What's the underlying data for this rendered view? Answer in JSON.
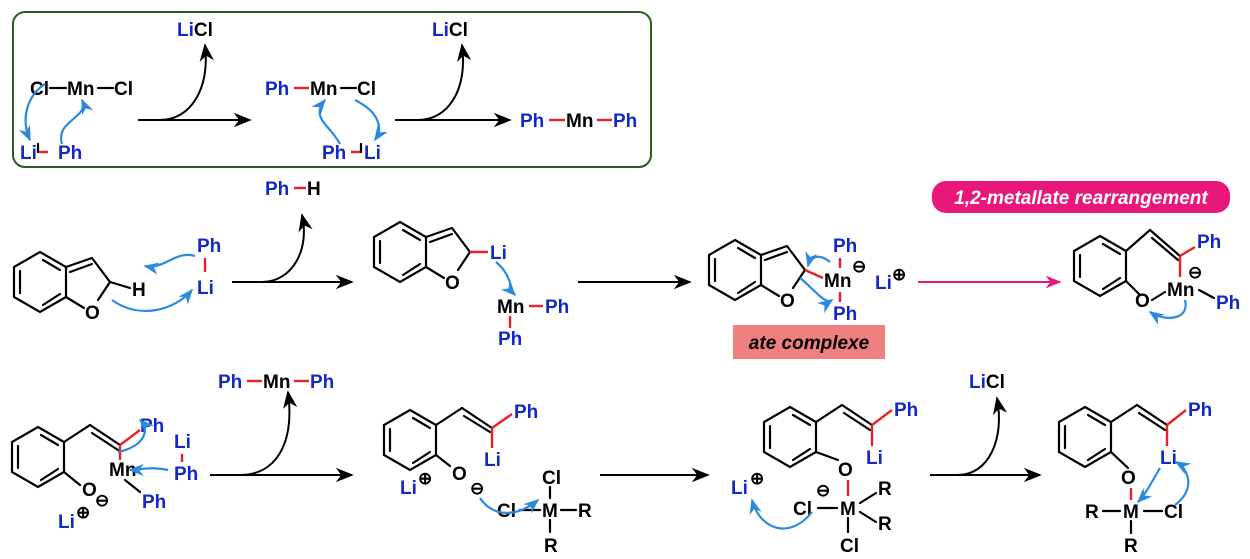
{
  "colors": {
    "text": "#000000",
    "group": "#1428c8",
    "bond_highlight": "#e8202a",
    "electron_arrow": "#2a8ae0",
    "box_border": "#2b5a1e",
    "badge_magenta": "#e8187a",
    "badge_salmon": "#f08080"
  },
  "box": {
    "mn": "Mn",
    "cl": "Cl",
    "li": "Li",
    "ph": "Ph",
    "licl": "LiCl"
  },
  "row2": {
    "phh": "Ph",
    "h": "H",
    "li": "Li",
    "ph": "Ph",
    "o": "O",
    "mn": "Mn",
    "minus": "⊖",
    "plus": "⊕",
    "rearrangement_label": "1,2-metallate rearrangement",
    "ate_label": "ate complexe"
  },
  "row3": {
    "ph": "Ph",
    "mn": "Mn",
    "li": "Li",
    "o": "O",
    "cl": "Cl",
    "m": "M",
    "r": "R",
    "licl": "LiCl",
    "minus": "⊖",
    "plus": "⊕"
  },
  "icons": [
    "benzofuran-ring",
    "curved-electron-arrow",
    "reaction-arrow"
  ]
}
